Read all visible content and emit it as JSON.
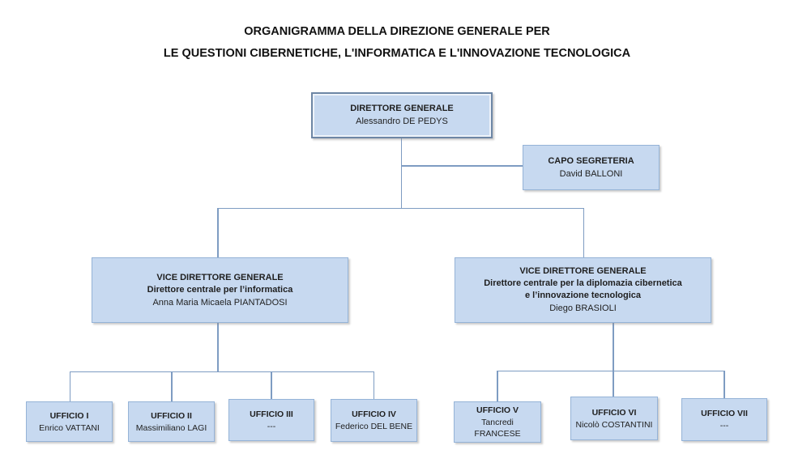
{
  "title": {
    "line1": "ORGANIGRAMMA DELLA DIREZIONE GENERALE PER",
    "line2": "LE QUESTIONI CIBERNETICHE, L'INFORMATICA E L'INNOVAZIONE TECNOLOGICA"
  },
  "nodes": {
    "dg": {
      "role": "DIRETTORE GENERALE",
      "name": "Alessandro DE PEDYS"
    },
    "capo": {
      "role": "CAPO SEGRETERIA",
      "name": "David BALLONI"
    },
    "vdg_left": {
      "role": "VICE DIRETTORE GENERALE",
      "subtitle1": "Direttore centrale per l’informatica",
      "name": "Anna Maria Micaela PIANTADOSI"
    },
    "vdg_right": {
      "role": "VICE DIRETTORE GENERALE",
      "subtitle1": "Direttore centrale per la diplomazia cibernetica",
      "subtitle2": "e l’innovazione tecnologica",
      "name": "Diego BRASIOLI"
    },
    "ufficio1": {
      "role": "UFFICIO I",
      "name": "Enrico VATTANI"
    },
    "ufficio2": {
      "role": "UFFICIO II",
      "name": "Massimiliano LAGI"
    },
    "ufficio3": {
      "role": "UFFICIO III",
      "name": "---"
    },
    "ufficio4": {
      "role": "UFFICIO IV",
      "name": "Federico DEL BENE"
    },
    "ufficio5": {
      "role": "UFFICIO V",
      "name": "Tancredi FRANCESE"
    },
    "ufficio6": {
      "role": "UFFICIO VI",
      "name": "Nicolò COSTANTINI"
    },
    "ufficio7": {
      "role": "UFFICIO VII",
      "name": "---"
    }
  },
  "colors": {
    "box-fill": "#c7d9f0",
    "box-border": "#95b3d7",
    "dg-border": "#6d86a5",
    "line": "#7e9cc2",
    "text": "#1f1f1f"
  }
}
